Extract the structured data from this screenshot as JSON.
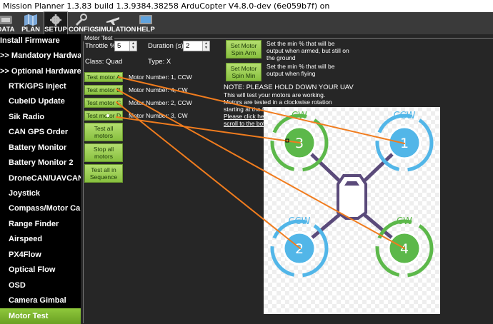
{
  "window": {
    "title": "Mission Planner 1.3.83 build 1.3.9384.38258 ArduCopter V4.8.0-dev (6e059b7f) on"
  },
  "nav": [
    {
      "label": "DATA",
      "icon": "data-icon"
    },
    {
      "label": "PLAN",
      "icon": "plan-icon"
    },
    {
      "label": "SETUP",
      "icon": "setup-icon"
    },
    {
      "label": "CONFIG",
      "icon": "config-icon"
    },
    {
      "label": "SIMULATION",
      "icon": "simulation-icon"
    },
    {
      "label": "HELP",
      "icon": "help-icon"
    }
  ],
  "sidebar": {
    "items": [
      "Install Firmware",
      ">> Mandatory Hardware",
      ">> Optional Hardware",
      "RTK/GPS Inject",
      "CubeID Update",
      "Sik Radio",
      "CAN GPS Order",
      "Battery Monitor",
      "Battery Monitor 2",
      "DroneCAN/UAVCAN",
      "Joystick",
      "Compass/Motor Calib",
      "Range Finder",
      "Airspeed",
      "PX4Flow",
      "Optical Flow",
      "OSD",
      "Camera Gimbal",
      "Motor Test"
    ],
    "active": "Motor Test"
  },
  "motor_test": {
    "group_title": "Motor Test",
    "throttle_label": "Throttle %",
    "throttle_value": "5",
    "duration_label": "Duration (s)",
    "duration_value": "2",
    "class_label": "Class: Quad",
    "type_label": "Type: X",
    "spin_arm_button": "Set Motor Spin Arm",
    "spin_arm_desc": "Set the min % that will be output when armed, but still on the ground",
    "spin_min_button": "Set Motor Spin Min",
    "spin_min_desc": "Set the min % that will be output when flying",
    "motors": [
      {
        "button": "Test motor A",
        "info": "Motor Number: 1, CCW"
      },
      {
        "button": "Test motor B",
        "info": "Motor Number: 4, CW"
      },
      {
        "button": "Test motor C",
        "info": "Motor Number: 2, CCW"
      },
      {
        "button": "Test motor D",
        "info": "Motor Number: 3, CW"
      }
    ],
    "test_all_button": "Test all motors",
    "stop_all_button": "Stop all motors",
    "test_sequence_button": "Test all in Sequence",
    "note_line1": "NOTE: PLEASE HOLD DOWN YOUR UAV",
    "note_line2": "This will test your motors are working.",
    "note_line3": "Motors are tested in a clockwise rotation",
    "note_line4": "starting at the front right",
    "link_line1": "Please click here",
    "link_line2": "scroll to the bott"
  },
  "diagram": {
    "motors": [
      {
        "number": "1",
        "direction": "CCW"
      },
      {
        "number": "2",
        "direction": "CCW"
      },
      {
        "number": "3",
        "direction": "CW"
      },
      {
        "number": "4",
        "direction": "CW"
      }
    ],
    "colors": {
      "cw": "#5cb84a",
      "ccw": "#52b6e8",
      "frame": "#5a4a7a",
      "annotation": "#f07c1e"
    }
  }
}
